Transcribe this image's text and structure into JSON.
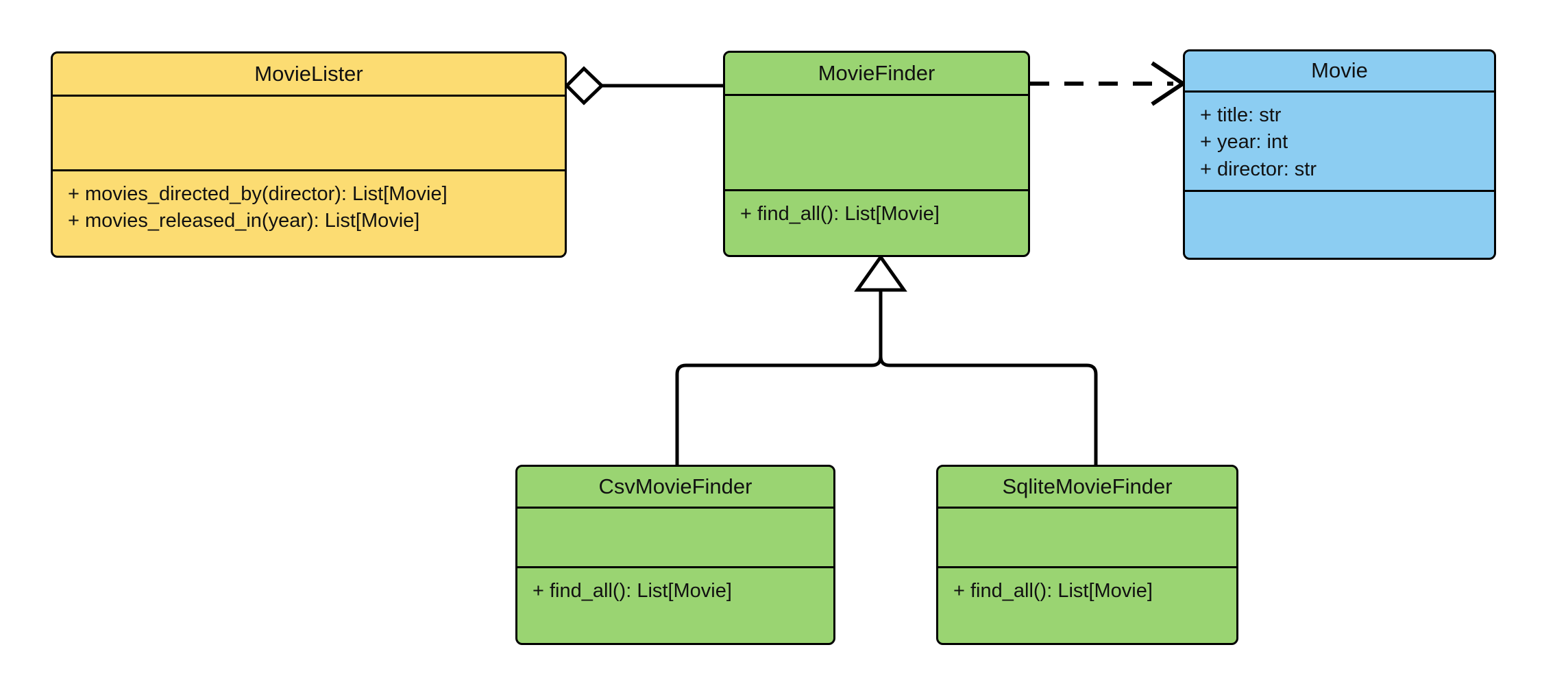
{
  "diagram": {
    "type": "uml-class-diagram",
    "title": "MovieLister dependency injection class diagram",
    "background_color": "#ffffff",
    "line_color": "#000000"
  },
  "palette": {
    "yellow": "#fcdc72",
    "green": "#9ad472",
    "blue": "#8ccdf2",
    "stroke": "#000000"
  },
  "classes": [
    {
      "id": "MovieLister",
      "name": "MovieLister",
      "fill": "#fcdc72",
      "attributes": [],
      "operations": [
        "+ movies_directed_by(director): List[Movie]",
        "+ movies_released_in(year): List[Movie]"
      ]
    },
    {
      "id": "MovieFinder",
      "name": "MovieFinder",
      "fill": "#9ad472",
      "attributes": [],
      "operations": [
        "+ find_all(): List[Movie]"
      ]
    },
    {
      "id": "Movie",
      "name": "Movie",
      "fill": "#8ccdf2",
      "attributes": [
        "+ title: str",
        "+ year: int",
        "+ director: str"
      ],
      "operations": []
    },
    {
      "id": "CsvMovieFinder",
      "name": "CsvMovieFinder",
      "fill": "#9ad472",
      "attributes": [],
      "operations": [
        "+ find_all(): List[Movie]"
      ]
    },
    {
      "id": "SqliteMovieFinder",
      "name": "SqliteMovieFinder",
      "fill": "#9ad472",
      "attributes": [],
      "operations": [
        "+ find_all(): List[Movie]"
      ]
    }
  ],
  "relationships": [
    {
      "kind": "aggregation",
      "source": "MovieLister",
      "target": "MovieFinder",
      "line_style": "solid",
      "source_marker": "hollow-diamond",
      "target_marker": "none",
      "label": ""
    },
    {
      "kind": "dependency",
      "source": "MovieFinder",
      "target": "Movie",
      "line_style": "dashed",
      "source_marker": "none",
      "target_marker": "open-arrow",
      "label": ""
    },
    {
      "kind": "generalization",
      "source": "CsvMovieFinder",
      "target": "MovieFinder",
      "line_style": "solid",
      "source_marker": "none",
      "target_marker": "hollow-triangle",
      "label": ""
    },
    {
      "kind": "generalization",
      "source": "SqliteMovieFinder",
      "target": "MovieFinder",
      "line_style": "solid",
      "source_marker": "none",
      "target_marker": "hollow-triangle",
      "label": ""
    }
  ]
}
